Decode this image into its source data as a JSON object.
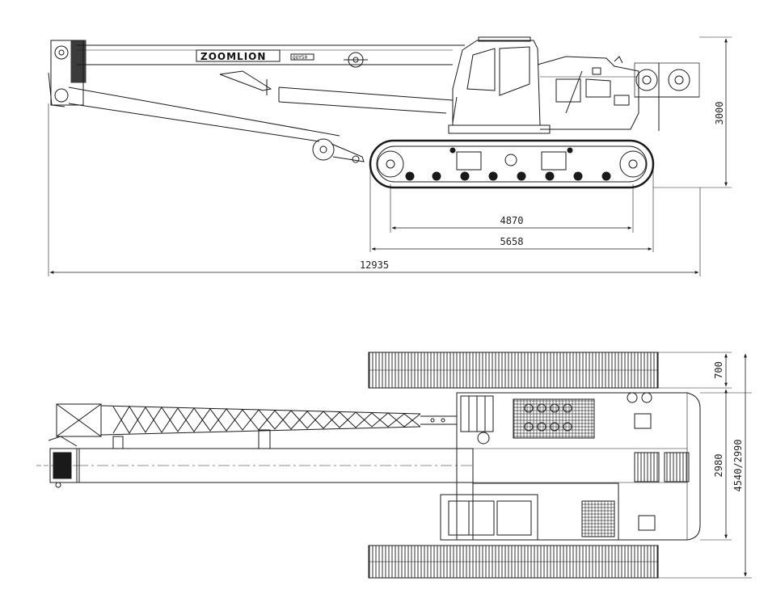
{
  "side_view": {
    "brand_label": "ZOOMLION",
    "model_label": "QUY50",
    "dims": {
      "height": "3000",
      "track_centers": "4870",
      "track_length": "5658",
      "overall_length": "12935"
    }
  },
  "top_view": {
    "dims": {
      "track_width": "700",
      "gauge": "2980",
      "overall_width": "4540/2990"
    }
  },
  "colors": {
    "line": "#1a1a1a",
    "background": "#ffffff"
  }
}
